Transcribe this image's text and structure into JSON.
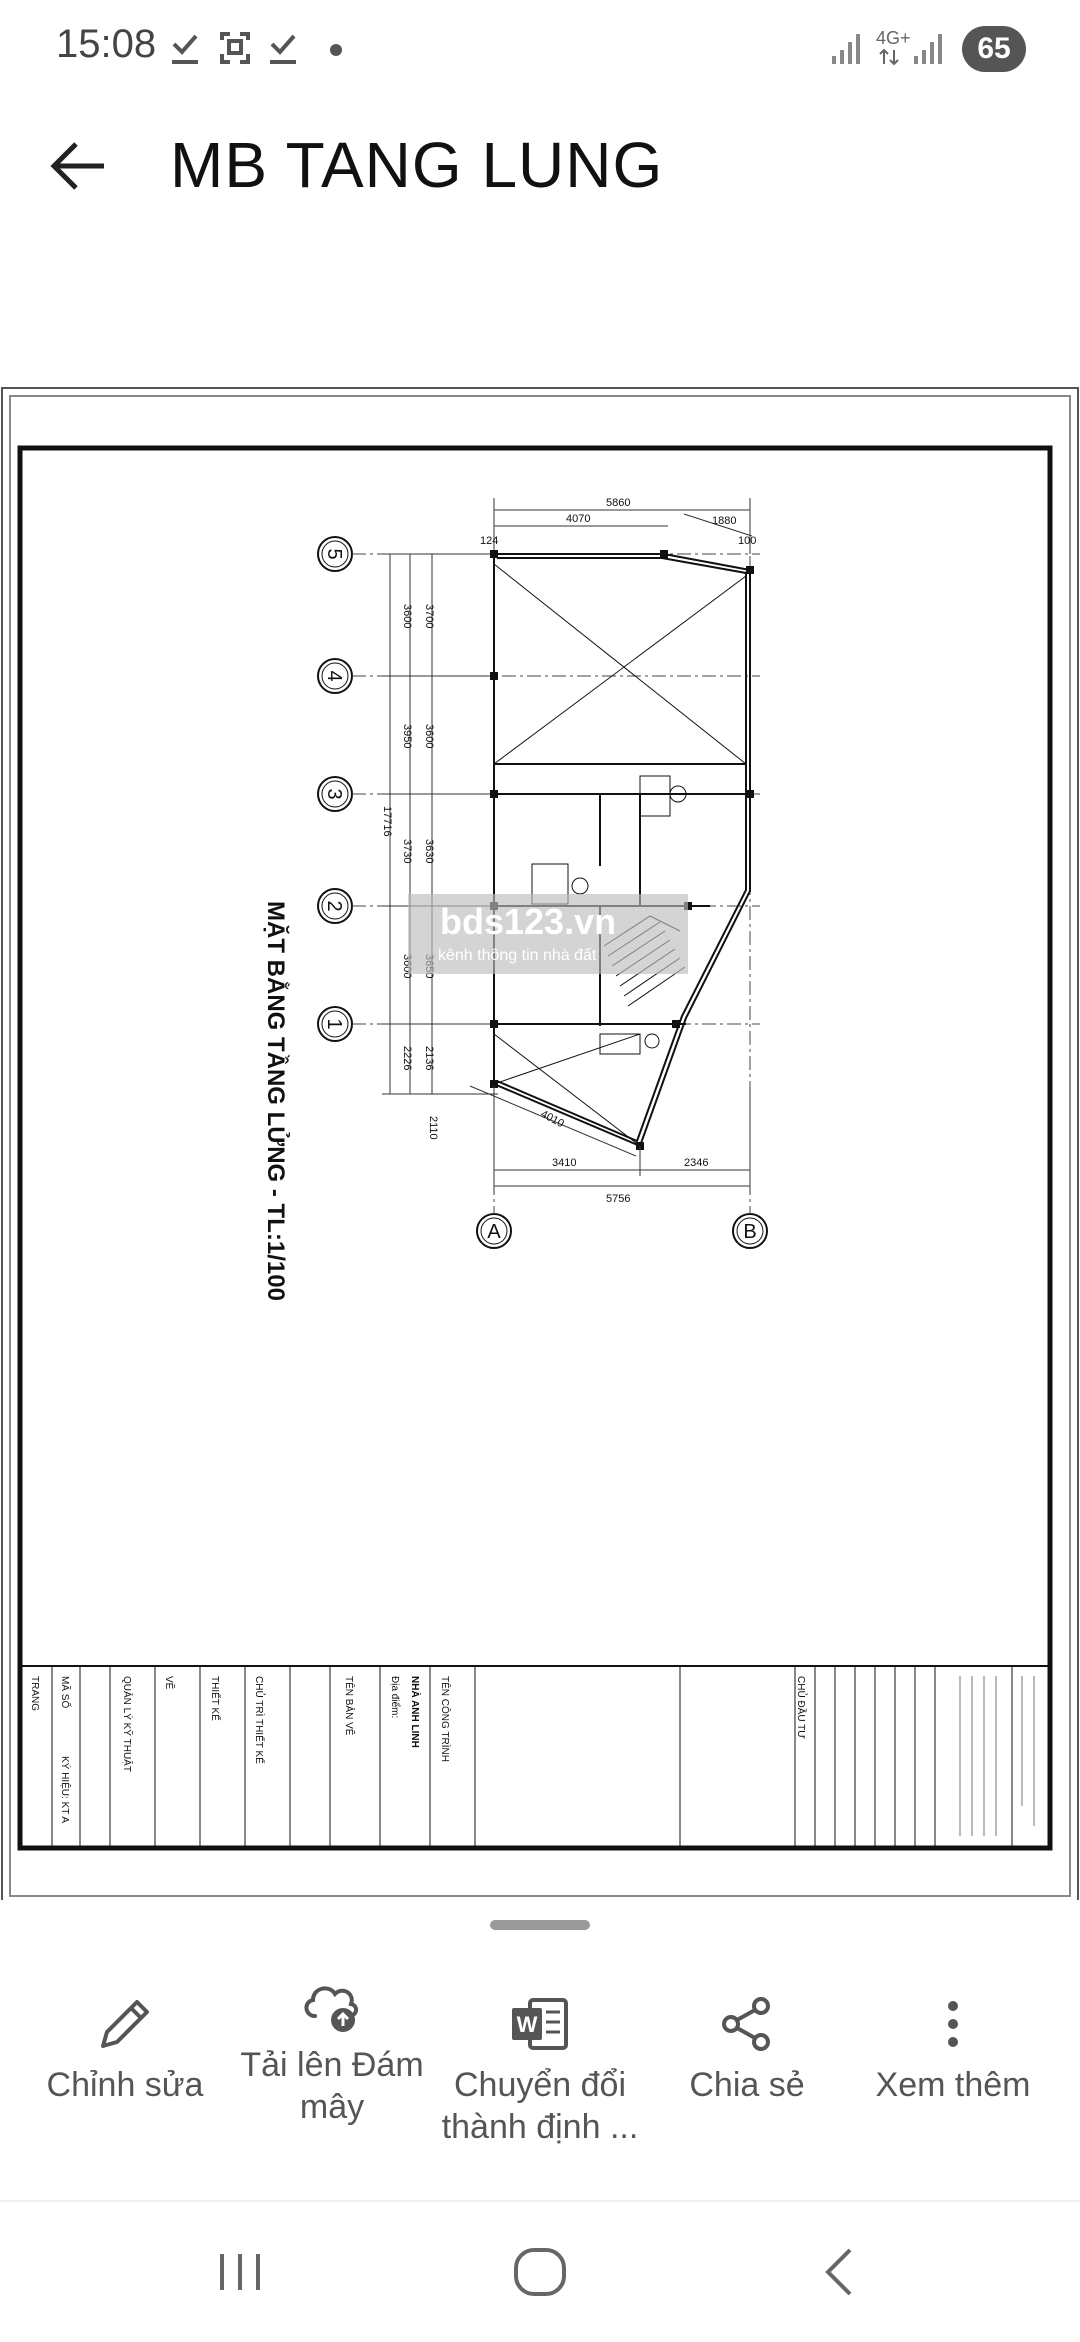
{
  "status_bar": {
    "time": "15:08",
    "network": "4G+",
    "battery": "65",
    "left_icons": [
      "download-done-icon",
      "screenshot-icon",
      "download-done-icon",
      "dot-icon"
    ],
    "right_icons": [
      "signal-icon",
      "signal-icon"
    ]
  },
  "app_bar": {
    "title": "MB TANG LUNG",
    "back_icon": "arrow-back-icon"
  },
  "drawing": {
    "title": "MẶT BẰNG TẦNG LỬNG - TL:1/100",
    "watermark_main": "bds123.vn",
    "watermark_sub": "kênh thông tin nhà đất",
    "grid_rows": [
      "5",
      "4",
      "3",
      "2",
      "1"
    ],
    "grid_cols": [
      "A",
      "B"
    ],
    "dims": {
      "top_total": "5860",
      "top_a": "4070",
      "top_b": "1880",
      "top_c": "124",
      "top_d": "100",
      "bottom_a": "3410",
      "bottom_b": "2346",
      "bottom_total": "5756",
      "diag": "4010",
      "left_total": "17716",
      "left_1": "3600",
      "left_2": "3950",
      "left_3": "3730",
      "left_4": "3600",
      "left_5": "2226",
      "in_1": "3700",
      "in_2": "3600",
      "in_3": "3630",
      "in_4": "3650",
      "in_5": "2136",
      "bottom_left": "2110",
      "wall": "100"
    },
    "title_block": {
      "project_label": "TÊN CÔNG TRÌNH",
      "project_name": "NHÀ ANH LINH",
      "address_label": "Địa điểm:",
      "drawing_label": "TÊN BẢN VẼ",
      "designer_label": "CHỦ TRÌ THIẾT KẾ",
      "design_label": "THIẾT KẾ",
      "draw_label": "VẼ",
      "manager_label": "QUẢN LÝ KỸ THUẬT",
      "code_label": "MÃ SỐ",
      "code_value": "KÝ HIỆU: KT A",
      "page_label": "TRANG",
      "owner_label": "CHỦ ĐẦU TƯ"
    }
  },
  "actions": [
    {
      "label": "Chỉnh sửa",
      "icon": "pencil-icon"
    },
    {
      "label": "Tải lên Đám mây",
      "icon": "cloud-upload-icon"
    },
    {
      "label": "Chuyển đổi thành định ...",
      "icon": "word-document-icon"
    },
    {
      "label": "Chia sẻ",
      "icon": "share-icon"
    },
    {
      "label": "Xem thêm",
      "icon": "more-vert-icon"
    }
  ],
  "nav_bar": {
    "recent_icon": "recent-apps-icon",
    "home_icon": "home-icon",
    "back_icon": "nav-back-icon"
  },
  "colors": {
    "background": "#ffffff",
    "icon": "#555555",
    "title": "#111111"
  }
}
